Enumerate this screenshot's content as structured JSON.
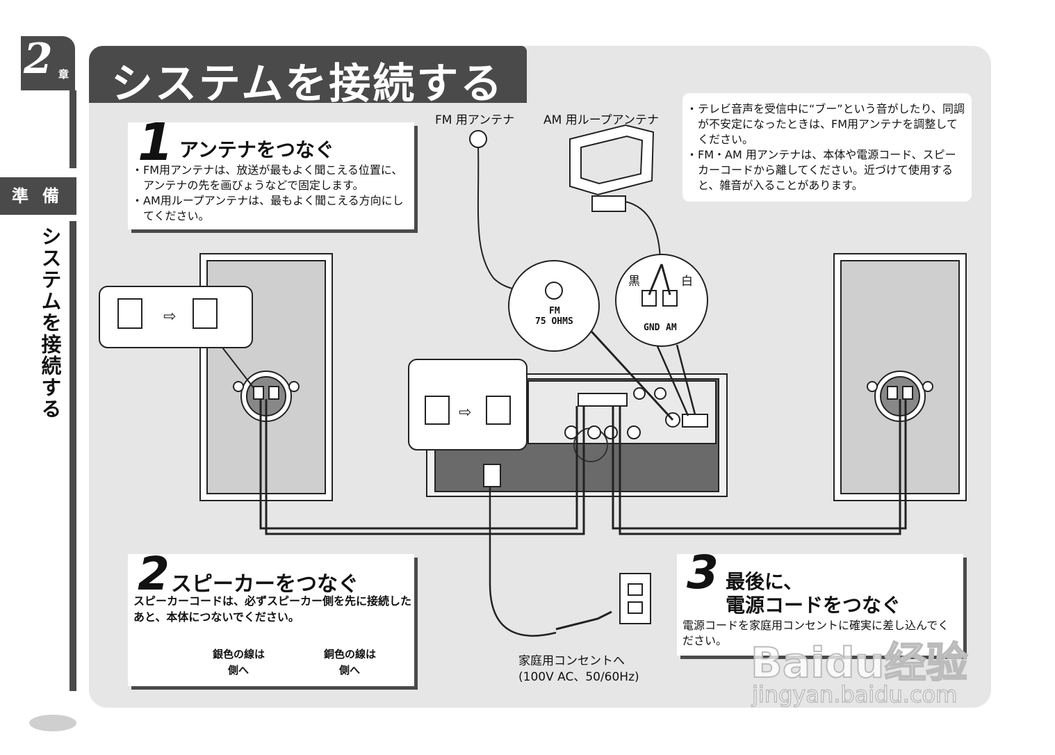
{
  "chapter": {
    "number": "2",
    "suffix": "章"
  },
  "section_tab": "準備",
  "side_title": "システムを接続する",
  "page_title": "システムを接続する",
  "step1": {
    "number": "1",
    "heading": "アンテナをつなぐ",
    "bullets": [
      "FM用アンテナは、放送が最もよく聞こえる位置に、アンテナの先を画びょうなどで固定します。",
      "AM用ループアンテナは、最もよく聞こえる方向にしてください。"
    ]
  },
  "labels": {
    "fm_antenna": "FM 用アンテナ",
    "am_antenna": "AM 用ループアンテナ",
    "black": "黒",
    "white": "白",
    "fm_terminal": "FM",
    "fm_ohms": "75 OHMS",
    "gnd": "GND",
    "am": "AM"
  },
  "note": {
    "bullets": [
      "テレビ音声を受信中に“ブー”という音がしたり、同調が不安定になったときは、FM用アンテナを調整してください。",
      "FM・AM 用アンテナは、本体や電源コード、スピーカーコードから離してください。近づけて使用すると、雑音が入ることがあります。"
    ]
  },
  "step2": {
    "number": "2",
    "heading": "スピーカーをつなぐ",
    "text": "スピーカーコードは、必ずスピーカー側を先に接続したあと、本体につないでください。",
    "silver": {
      "line1": "銀色の線は",
      "line2": "側へ"
    },
    "copper": {
      "line1": "銅色の線は",
      "line2": "側へ"
    }
  },
  "outlet": {
    "line1": "家庭用コンセントへ",
    "line2": "(100V AC、50/60Hz)"
  },
  "step3": {
    "number": "3",
    "heading1": "最後に、",
    "heading2": "電源コードをつなぐ",
    "text": "電源コードを家庭用コンセントに確実に差し込んでください。"
  },
  "watermark": {
    "brand": "Baidu经验",
    "url": "jingyan.baidu.com"
  }
}
